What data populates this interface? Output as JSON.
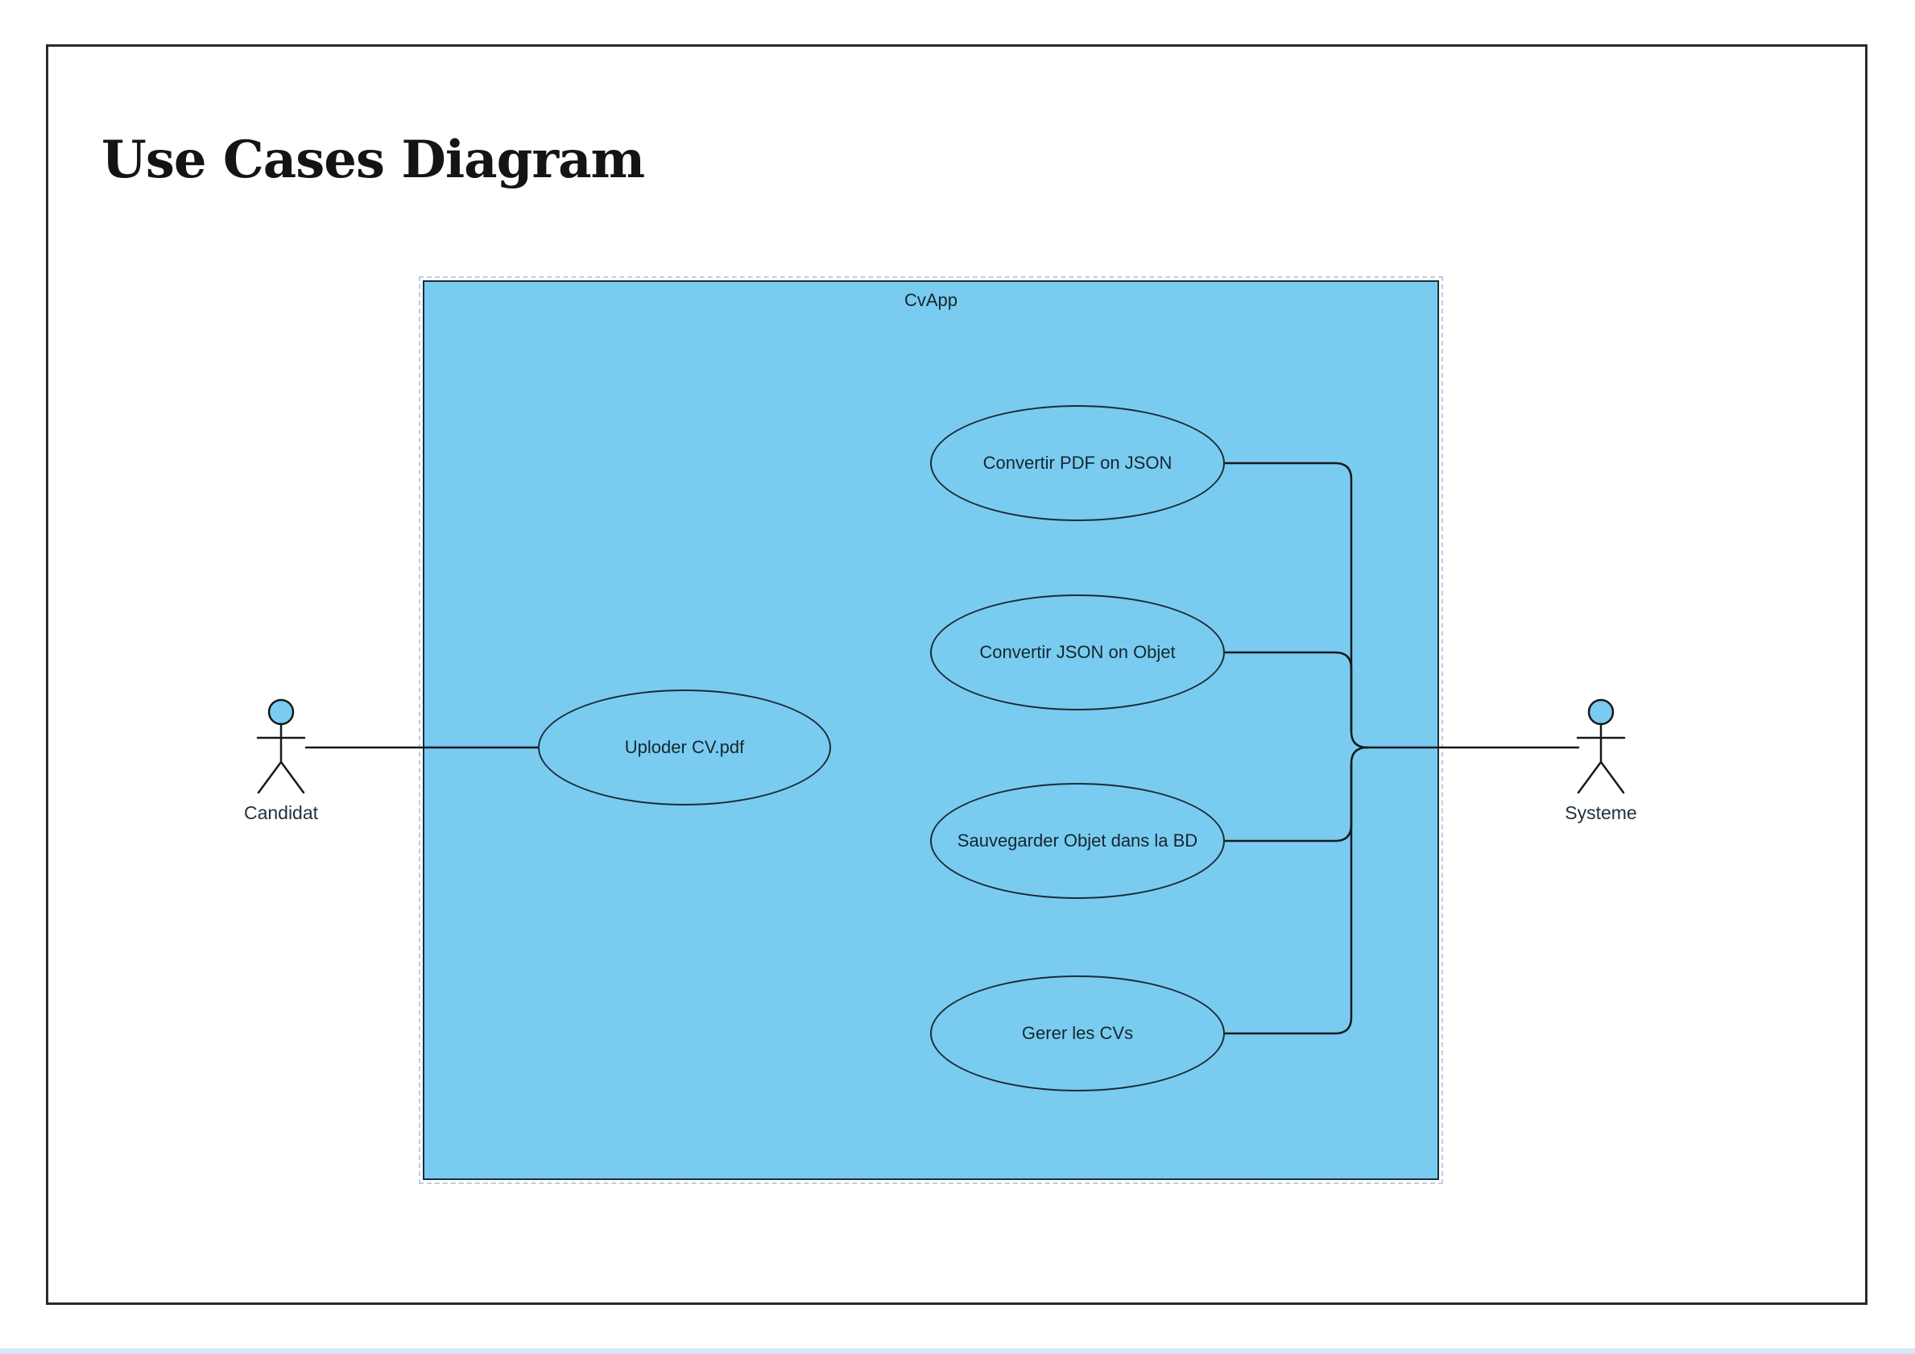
{
  "page": {
    "title": "Use Cases Diagram"
  },
  "diagram": {
    "system": {
      "label": "CvApp"
    },
    "actors": [
      {
        "id": "candidat",
        "label": "Candidat"
      },
      {
        "id": "systeme",
        "label": "Systeme"
      }
    ],
    "use_cases": [
      {
        "id": "uploder",
        "label": "Uploder CV.pdf"
      },
      {
        "id": "pdf-json",
        "label": "Convertir PDF on JSON"
      },
      {
        "id": "json-objet",
        "label": "Convertir JSON on Objet"
      },
      {
        "id": "sauvegarder",
        "label": "Sauvegarder Objet dans la BD"
      },
      {
        "id": "gerer",
        "label": "Gerer les CVs"
      }
    ],
    "associations": [
      {
        "from": "Candidat",
        "to": "Uploder CV.pdf"
      },
      {
        "from": "Systeme",
        "to": "Convertir PDF on JSON"
      },
      {
        "from": "Systeme",
        "to": "Convertir JSON on Objet"
      },
      {
        "from": "Systeme",
        "to": "Sauvegarder Objet dans la BD"
      },
      {
        "from": "Systeme",
        "to": "Gerer les CVs"
      }
    ],
    "colors": {
      "boundary_fill": "#79CCF0",
      "shape_stroke": "#1C2B36",
      "connector": "#17191C",
      "selection_dash": "#B9CFE5",
      "frame_border": "#2A2A2A",
      "bottom_strip": "#D7E7F6"
    }
  }
}
